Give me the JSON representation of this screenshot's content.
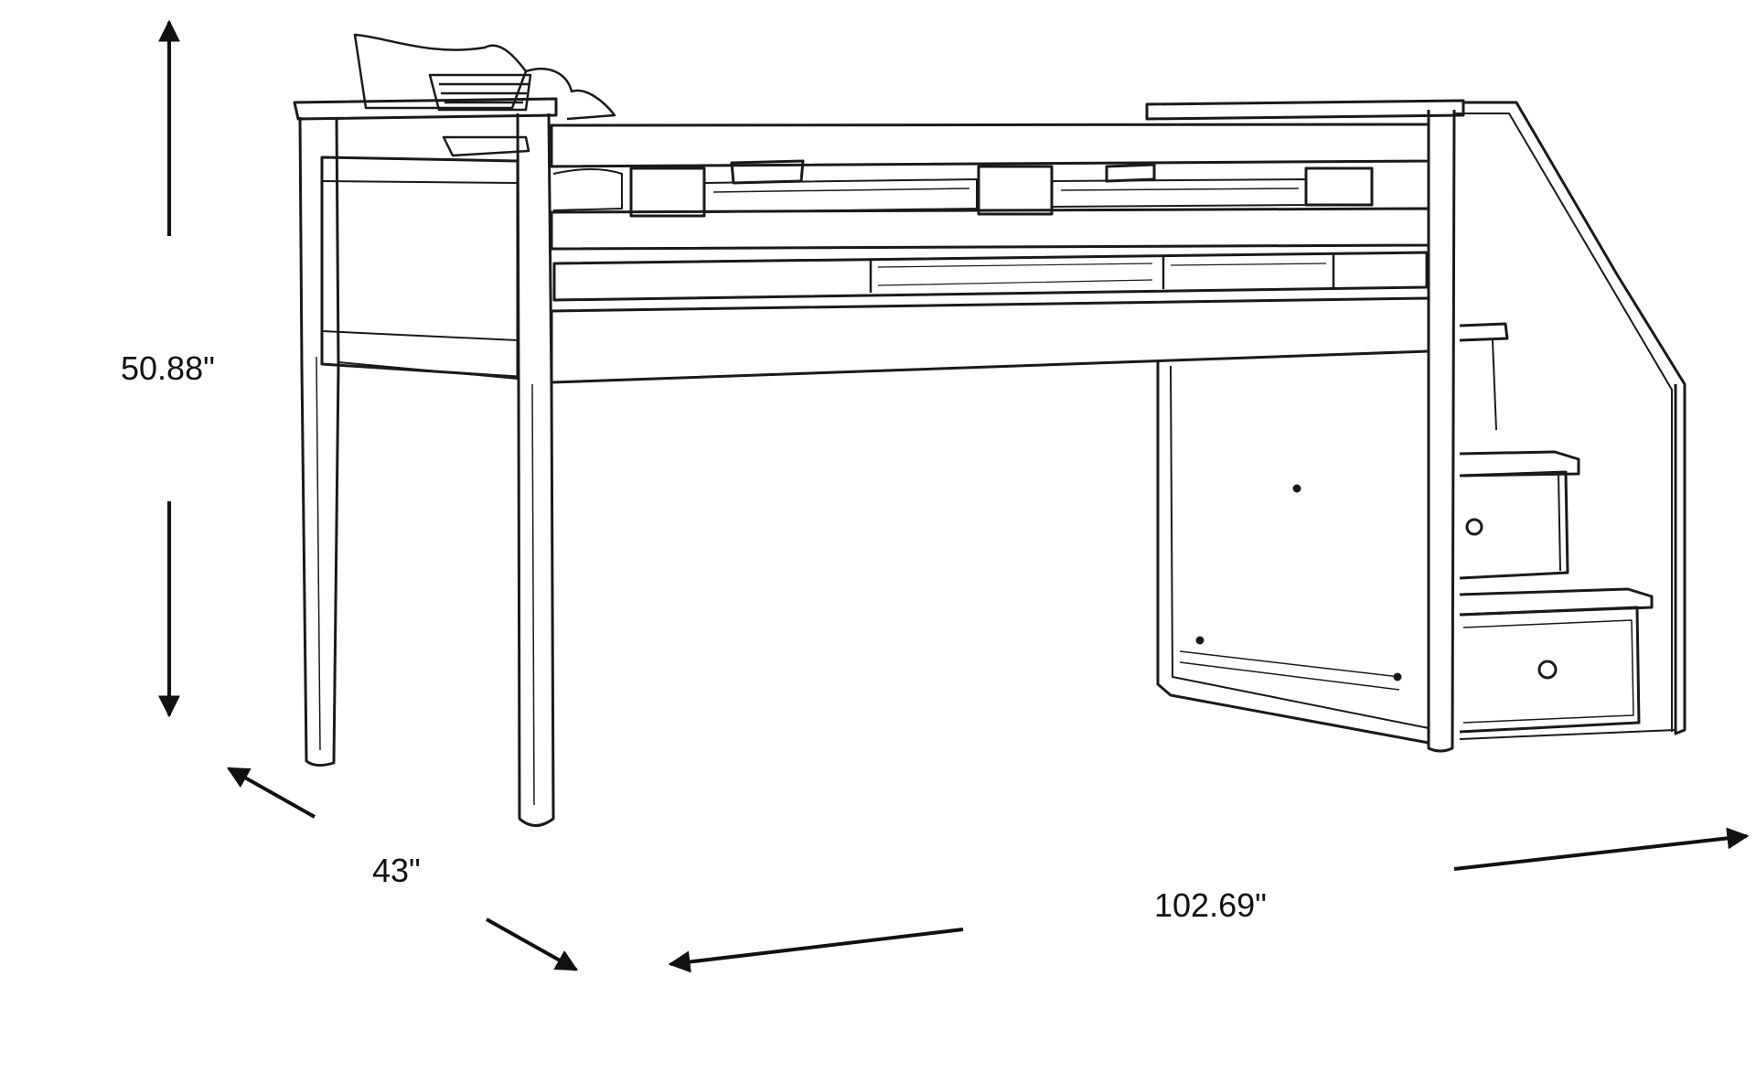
{
  "dimensions": {
    "height": "50.88\"",
    "depth": "43\"",
    "width": "102.69\""
  },
  "colors": {
    "line": "#1a1a1a",
    "arrow": "#111111",
    "background": "#ffffff"
  }
}
